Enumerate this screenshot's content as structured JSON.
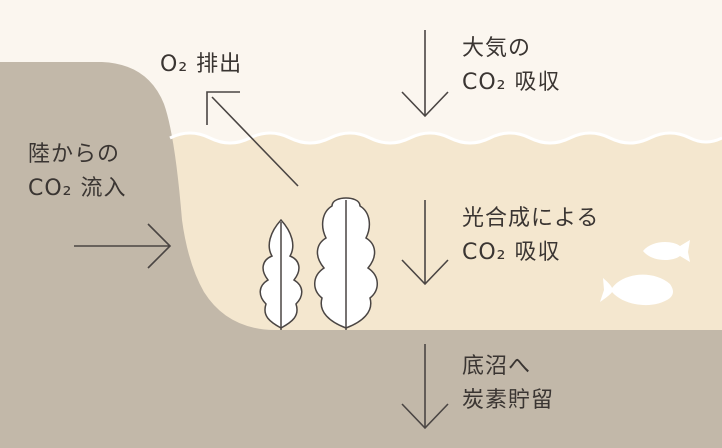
{
  "labels": {
    "o2": "O₂ 排出",
    "atmosphere": [
      "大気の",
      "CO₂ 吸収"
    ],
    "land": [
      "陸からの",
      "CO₂ 流入"
    ],
    "photosynthesis": [
      "光合成による",
      "CO₂ 吸収"
    ],
    "sediment": [
      "底沼へ",
      "炭素貯留"
    ]
  },
  "colors": {
    "background": "#fbf6ef",
    "land": "#c2b8a9",
    "water": "#f4e7cf",
    "stroke": "#4a4543",
    "plant_fill": "#ffffff",
    "fish_fill": "#ffffff",
    "text": "#3a3532"
  }
}
